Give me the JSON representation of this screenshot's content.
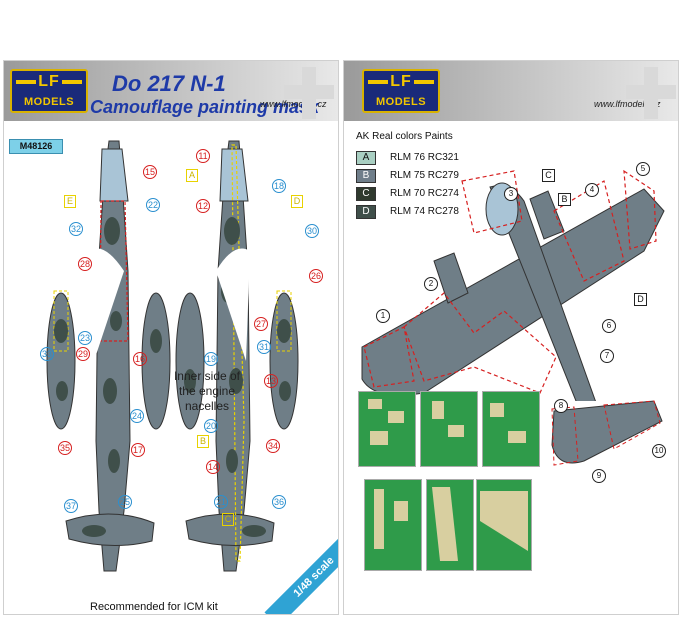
{
  "left": {
    "logo": {
      "top": "LF",
      "bottom": "MODELS"
    },
    "title_line1": "Do 217 N-1",
    "title_line2": "Camouflage painting mask",
    "website": "www.lfmodels.cz",
    "code": "M48126",
    "caption_lines": [
      "Inner side of",
      "the engine",
      "nacelles"
    ],
    "recommended": "Recommended for ICM kit",
    "scale": "1/48 scale",
    "red_numbers": [
      "15",
      "11",
      "12",
      "28",
      "26",
      "29",
      "16",
      "27",
      "13",
      "35",
      "17",
      "34",
      "14"
    ],
    "blue_numbers": [
      "22",
      "18",
      "32",
      "30",
      "23",
      "33",
      "19",
      "31",
      "24",
      "20",
      "25",
      "21",
      "36",
      "37"
    ],
    "yellow_letters": [
      "A",
      "E",
      "D",
      "B",
      "C"
    ]
  },
  "right": {
    "logo": {
      "top": "LF",
      "bottom": "MODELS"
    },
    "website": "www.lfmodels.cz",
    "paints_heading": "AK Real colors Paints",
    "paints": [
      {
        "letter": "A",
        "name": "RLM 76 RC321",
        "color": "#a9cfc2"
      },
      {
        "letter": "B",
        "name": "RLM 75  RC279",
        "color": "#6f7e8a"
      },
      {
        "letter": "C",
        "name": "RLM 70 RC274",
        "color": "#2f3a2e"
      },
      {
        "letter": "D",
        "name": "RLM 74 RC278",
        "color": "#3f4f4a"
      }
    ],
    "numbers": [
      "1",
      "2",
      "3",
      "4",
      "5",
      "6",
      "7",
      "8",
      "9",
      "10"
    ],
    "letters": [
      "C",
      "B",
      "D"
    ]
  },
  "colors": {
    "mask_green": "#2f9b4a",
    "mask_tan": "#d8cfa0",
    "aircraft_grey": "#6f7e87",
    "light_blue": "#a9c4d6",
    "outline_red": "#d62020"
  }
}
